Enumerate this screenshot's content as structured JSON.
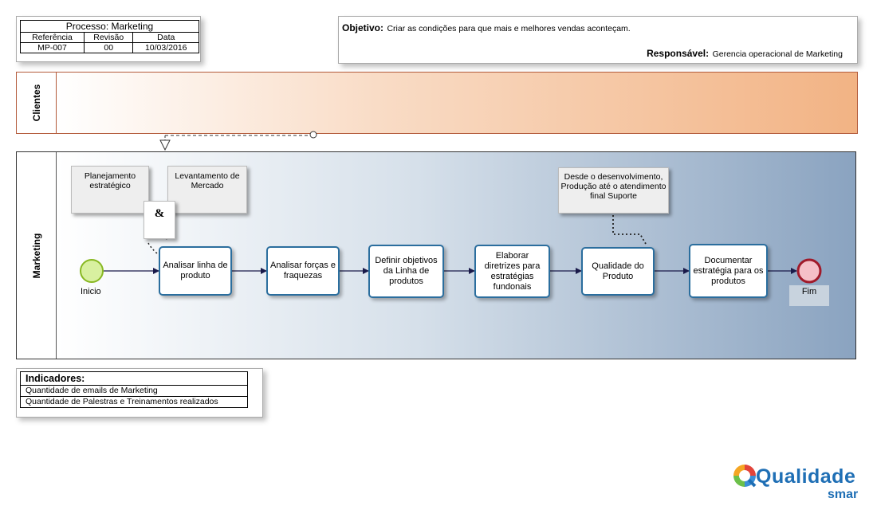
{
  "header": {
    "process": "Processo: Marketing",
    "col_ref": "Referência",
    "col_rev": "Revisão",
    "col_date": "Data",
    "ref": "MP-007",
    "rev": "00",
    "date": "10/03/2016"
  },
  "objective": {
    "label": "Objetivo:",
    "text": "Criar as condições para que mais e melhores vendas aconteçam.",
    "resp_label": "Responsável:",
    "resp_text": "Gerencia operacional de Marketing"
  },
  "pools": {
    "clients": "Clientes",
    "marketing": "Marketing"
  },
  "notes": {
    "planning": "Planejamento estratégico",
    "market": "Levantamento de Mercado",
    "and_symbol": "&",
    "annotation": "Desde o desenvolvimento, Produção até o atendimento  final Suporte"
  },
  "events": {
    "start": "Inicio",
    "end": "Fim"
  },
  "tasks": [
    "Analisar linha de produto",
    "Analisar forças e fraquezas",
    "Definir objetivos da Linha de produtos",
    "Elaborar diretrizes para estratégias fundonais",
    "Qualidade do Produto",
    "Documentar estratégia para os produtos"
  ],
  "indicators": {
    "title": "Indicadores:",
    "items": [
      "Quantidade de emails de Marketing",
      "Quantidade de Palestras e Treinamentos realizados"
    ]
  },
  "logo": {
    "brand": "Qualidade",
    "sub": "smar"
  },
  "colors": {
    "task_border": "#2b6e9e",
    "start_fill": "#d8f0a0",
    "end_fill": "#f5c0c8",
    "flow": "#1a1a4a"
  }
}
